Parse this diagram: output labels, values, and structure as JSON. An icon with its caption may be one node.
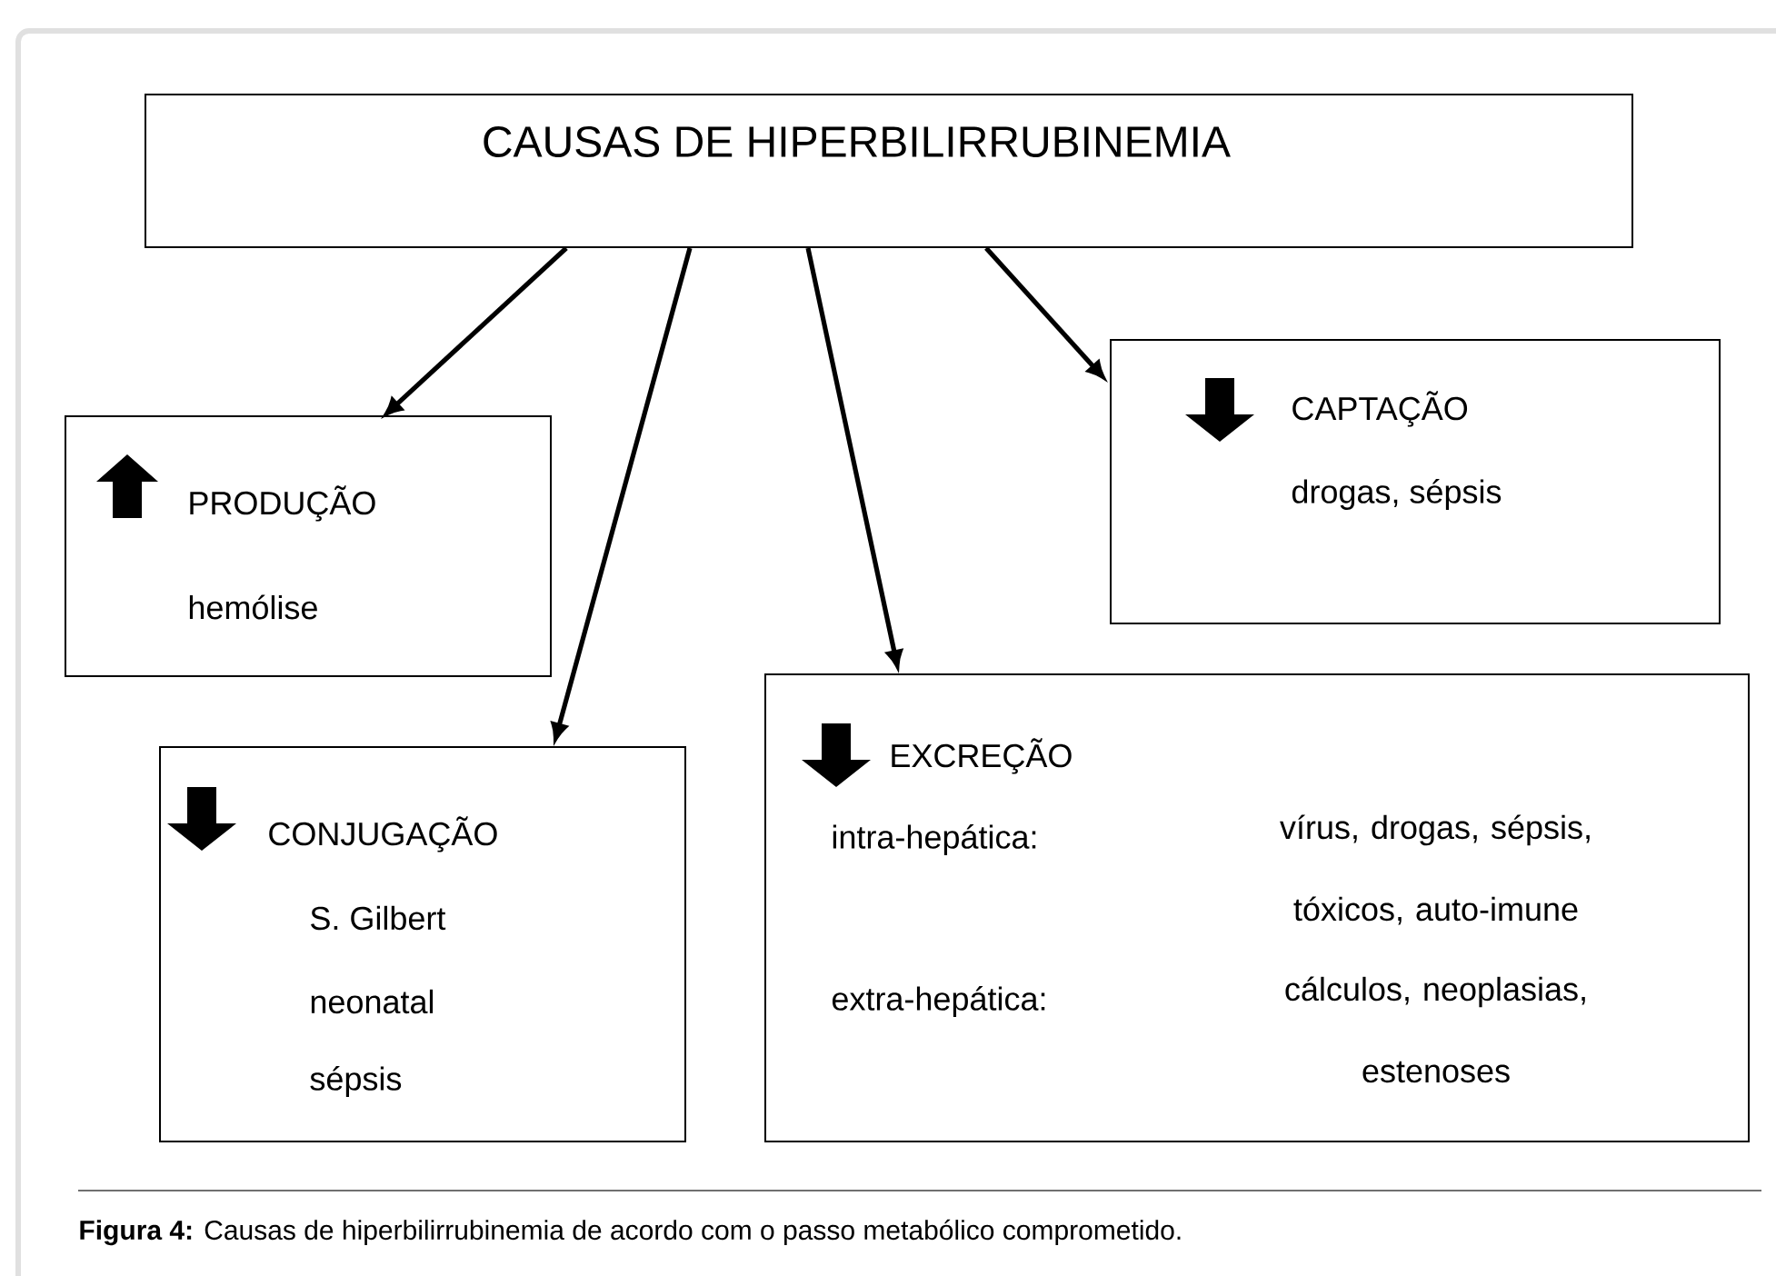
{
  "diagram": {
    "caption": "**Figura 4:** Causas de hiperbilirrubinemia de acordo com o passo metabólico comprometido.",
    "nodes": [
      {
        "text": [
          "CAUSAS DE HIPERBILIRRUBINEMIA"
        ]
      },
      {
        "text": [
          "PRODUÇÃO",
          "hemólise"
        ]
      },
      {
        "text": [
          "CAPTAÇÃO",
          "drogas, sépsis"
        ]
      },
      {
        "text": [
          "CONJUGAÇÃO",
          "S. Gilbert",
          "neonatal",
          "sépsis"
        ]
      },
      {
        "text": [
          "EXCREÇÃO",
          "intra-hepática:",
          "vírus, drogas, sépsis, tóxicos, auto-imune",
          "extra-hepática:",
          "cálculos, neoplasias, estenoses"
        ]
      }
    ],
    "edges": [
      {
        "from": 0,
        "to": 1,
        "arrow": "to"
      },
      {
        "from": 0,
        "to": 3,
        "arrow": "to"
      },
      {
        "from": 0,
        "to": 4,
        "arrow": "to"
      },
      {
        "from": 0,
        "to": 2,
        "arrow": "to"
      }
    ]
  }
}
